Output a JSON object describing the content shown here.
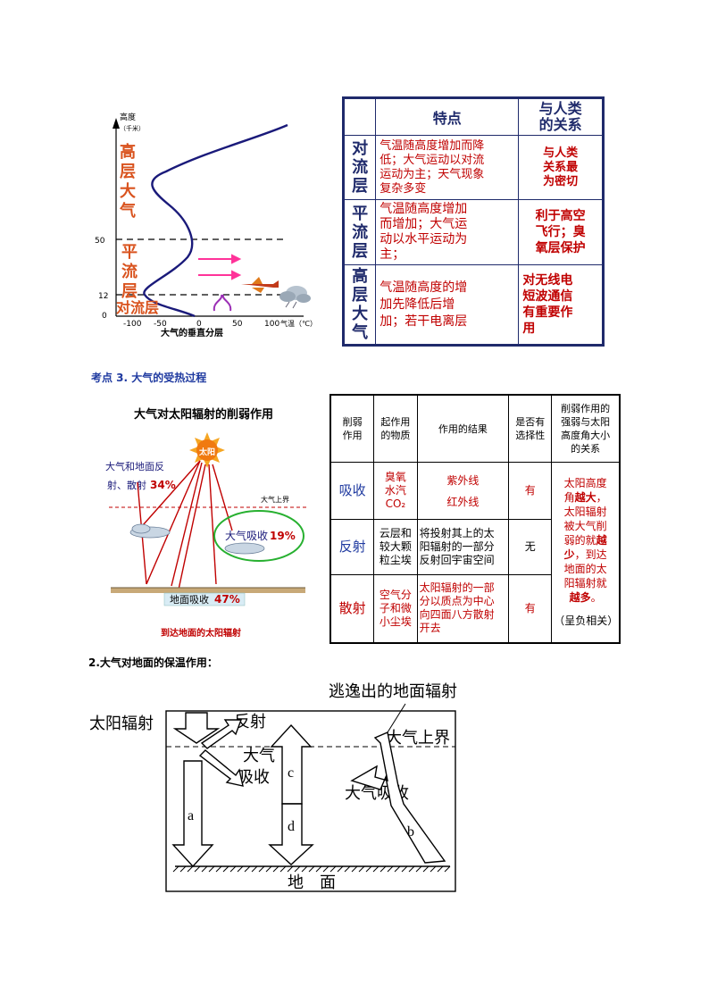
{
  "vertical_figure": {
    "y_axis_label": "高度",
    "y_axis_unit": "（千米）",
    "y_ticks": [
      "50",
      "12",
      "0"
    ],
    "x_ticks": [
      "-100",
      "-50",
      "0",
      "50",
      "100"
    ],
    "x_axis_label": "气温（℃）",
    "caption": "大气的垂直分层",
    "layer_labels": {
      "high": [
        "高",
        "层",
        "大",
        "气"
      ],
      "strato": [
        "平",
        "流",
        "层"
      ],
      "tropo": "对流层"
    },
    "colors": {
      "curve": "#1a1a7a",
      "label": "#d9531e",
      "arrow": "#ff3399"
    }
  },
  "layers_table": {
    "headers": [
      "特点",
      "与人类的关系"
    ],
    "header_lines": [
      [
        "特点"
      ],
      [
        "与人类",
        "的关系"
      ]
    ],
    "rows": [
      {
        "name": [
          "对",
          "流",
          "层"
        ],
        "feature": [
          "气温随高度增加而降",
          "低；大气运动以对流",
          "运动为主；天气现象",
          "复杂多变"
        ],
        "relation": [
          "与人类",
          "关系最",
          "为密切"
        ]
      },
      {
        "name": [
          "平",
          "流",
          "层"
        ],
        "feature": [
          "气温随高度增加",
          "而增加；大气运",
          "动以水平运动为",
          "主；"
        ],
        "relation": [
          "利于高空",
          "飞行；臭",
          "氧层保护"
        ]
      },
      {
        "name": [
          "高",
          "层",
          "大",
          "气"
        ],
        "feature": [
          "气温随高度的增",
          "加先降低后增",
          "加；若干电离层"
        ],
        "relation": [
          "对无线电",
          "短波通信",
          "有重要作",
          "用"
        ]
      }
    ]
  },
  "section_kaodian": "考点 3. 大气的受热过程",
  "weaken_figure": {
    "title": "大气对太阳辐射的削弱作用",
    "sun_label": "太阳",
    "reflect_scatter_label": [
      "大气和地面反",
      "射、散射"
    ],
    "reflect_scatter_pct": "34%",
    "top_of_atmos": "大气上界",
    "absorb_label": "大气吸收",
    "absorb_pct": "19%",
    "ground_label": "地面吸收",
    "ground_pct": "47%",
    "caption": "到达地面的太阳辐射"
  },
  "weaken_table": {
    "headers": [
      [
        "削弱",
        "作用"
      ],
      [
        "起作用",
        "的物质"
      ],
      [
        "作用的结果"
      ],
      [
        "是否有",
        "选择性"
      ],
      [
        "削弱作用的",
        "强弱与太阳",
        "高度角大小",
        "的关系"
      ]
    ],
    "rows": [
      {
        "name": "吸收",
        "material": [
          "臭氧",
          "水汽",
          "CO₂"
        ],
        "result": [
          "紫外线",
          "红外线"
        ],
        "selective": "有"
      },
      {
        "name": "反射",
        "material": [
          "云层和",
          "较大颗",
          "粒尘埃"
        ],
        "result": [
          "将投射其上的太",
          "阳辐射的一部分",
          "反射回宇宙空间"
        ],
        "selective": "无"
      },
      {
        "name": "散射",
        "material": [
          "空气分",
          "子和微",
          "小尘埃"
        ],
        "result": [
          "太阳辐射的一部",
          "分以质点为中心",
          "向四面八方散射",
          "开去"
        ],
        "selective": "有"
      }
    ],
    "relation": {
      "parts": [
        "太阳高度",
        "角",
        "越大",
        "，",
        "太阳辐射",
        "被大气削",
        "弱的就",
        "越",
        "少",
        "，到达",
        "地面的太",
        "阳辐射就",
        "越多",
        "。",
        "（呈负相关）"
      ]
    }
  },
  "heading_insulation": "2.大气对地面的保温作用：",
  "insulation_figure": {
    "escape_label": "逃逸出的地面辐射",
    "solar_label": "太阳辐射",
    "reflect_label": "反射",
    "atmos_absorb_1": [
      "大气",
      "吸收"
    ],
    "top_label": "大气上界",
    "atmos_absorb_2": "大气吸收",
    "letters": {
      "a": "a",
      "b": "b",
      "c": "c",
      "d": "d"
    },
    "ground_label": "地    面"
  }
}
